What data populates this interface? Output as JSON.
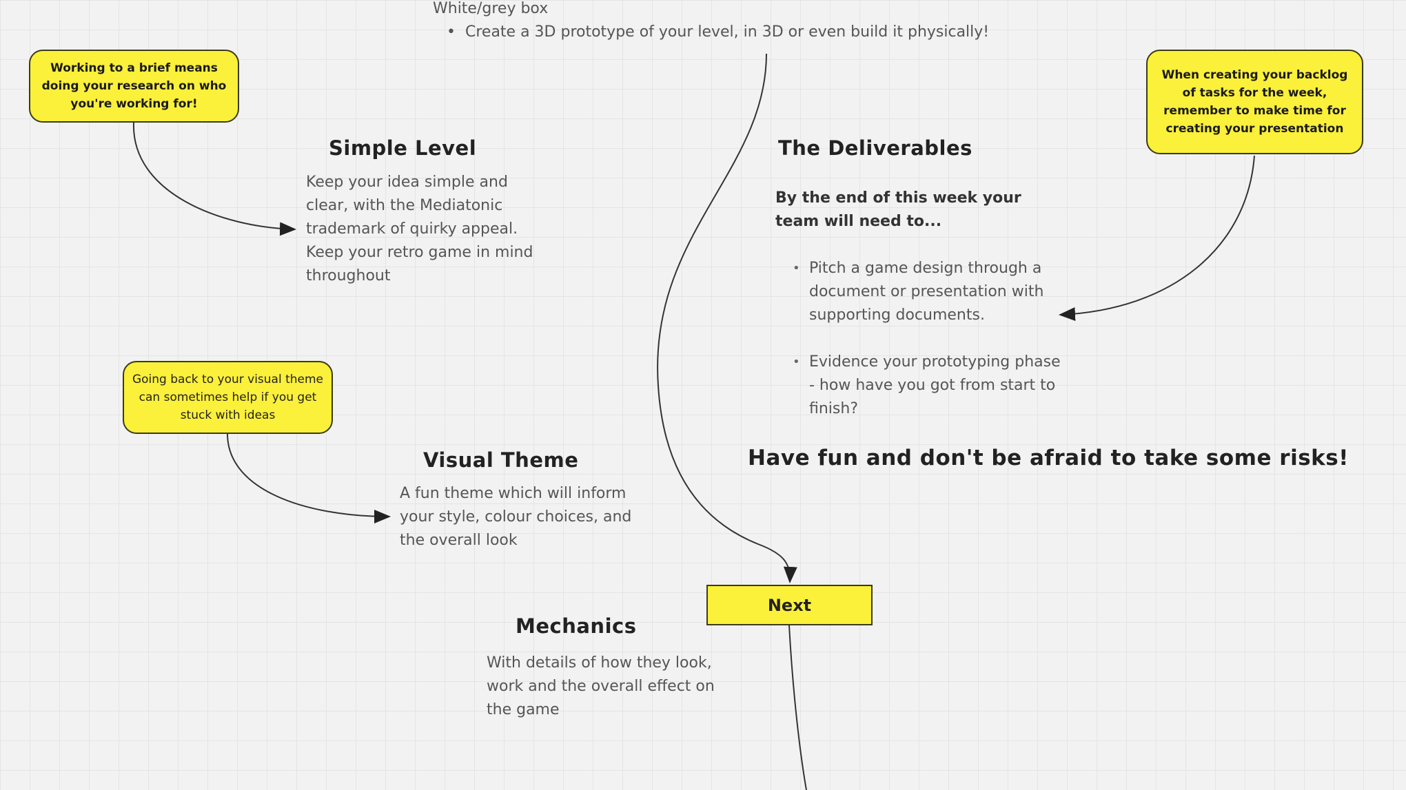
{
  "top": {
    "whitebox_label": "White/grey box",
    "prototype_bullet": "Create a 3D prototype of your level, in 3D or even build it physically!"
  },
  "stickies": {
    "brief": "Working to a brief means doing your research on who you're working for!",
    "backlog": "When creating your backlog of tasks for the week, remember to make time for creating your presentation",
    "visual_tip": "Going back to your visual theme can sometimes help if you get stuck with ideas"
  },
  "simple_level": {
    "title": "Simple Level",
    "body": "Keep your idea simple and clear, with the Mediatonic trademark of quirky appeal. Keep your retro game in mind throughout"
  },
  "deliverables": {
    "title": "The Deliverables",
    "intro": "By the end of this week your team will need to...",
    "items": [
      "Pitch a game design through a document or presentation with supporting documents.",
      "Evidence your prototyping phase - how have you got from start to finish?"
    ]
  },
  "visual_theme": {
    "title": "Visual Theme",
    "body": "A fun theme which will inform your style, colour choices, and the overall look"
  },
  "tagline": "Have fun and don't be afraid to take some risks!",
  "next_button": "Next",
  "mechanics": {
    "title": "Mechanics",
    "body": "With details of how they look, work and the overall effect on the game"
  },
  "colors": {
    "sticky": "#fbf03a",
    "background": "#f2f2f2"
  }
}
